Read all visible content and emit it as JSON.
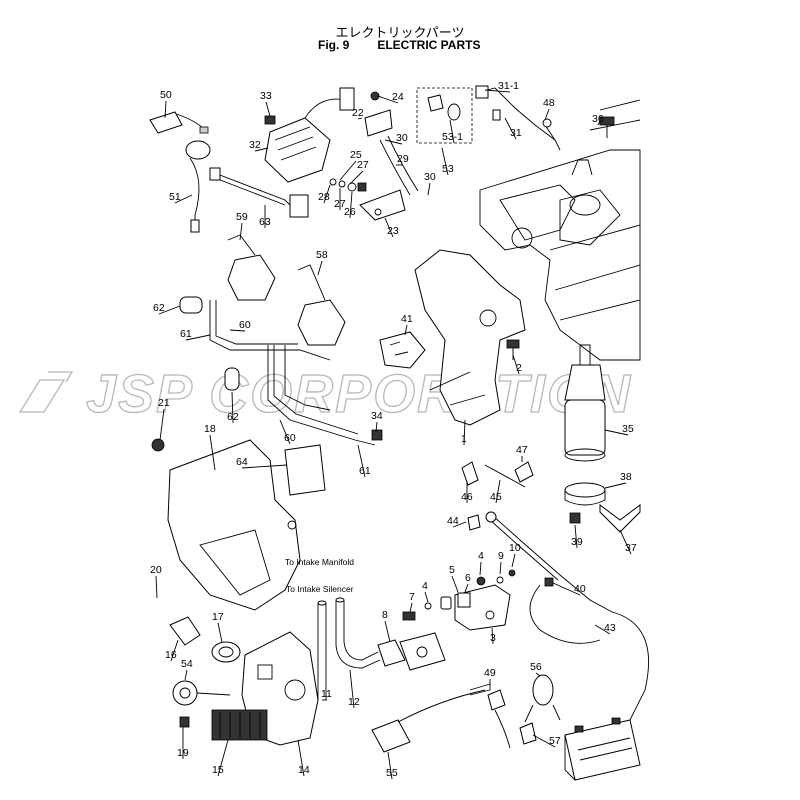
{
  "title": {
    "japanese": "エレクトリックパーツ",
    "fig": "Fig. 9",
    "english": "ELECTRIC PARTS"
  },
  "notes": {
    "intake_manifold": "To Intake Manifold",
    "intake_silencer": "To Intake Silencer"
  },
  "watermark": "JSP CORPORATION",
  "callouts": [
    "50",
    "33",
    "24",
    "22",
    "31-1",
    "48",
    "36",
    "30",
    "53-1",
    "31",
    "32",
    "25",
    "27",
    "29",
    "53",
    "30",
    "28",
    "27",
    "26",
    "51",
    "63",
    "23",
    "59",
    "58",
    "62",
    "41",
    "61",
    "60",
    "2",
    "62",
    "21",
    "34",
    "35",
    "18",
    "60",
    "1",
    "47",
    "64",
    "61",
    "38",
    "46",
    "45",
    "44",
    "39",
    "37",
    "10",
    "4",
    "9",
    "40",
    "20",
    "To Intake Manifold",
    "6",
    "5",
    "To Intake Silencer",
    "4",
    "7",
    "8",
    "3",
    "17",
    "43",
    "16",
    "54",
    "11",
    "12",
    "56",
    "49",
    "57",
    "19",
    "15",
    "14",
    "55"
  ]
}
